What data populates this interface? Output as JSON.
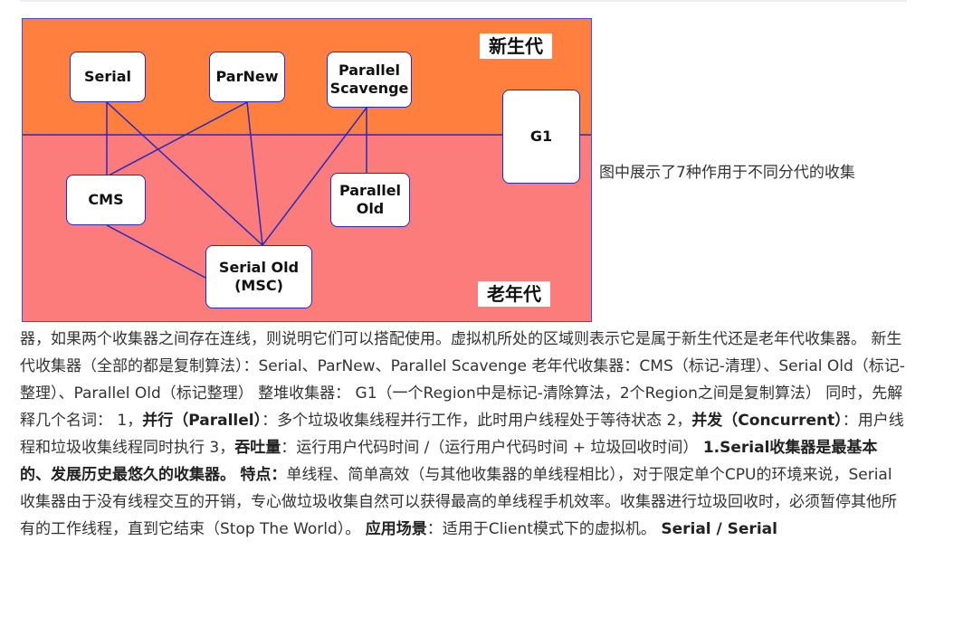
{
  "diagram": {
    "young_label": "新生代",
    "old_label": "老年代",
    "collectors": {
      "serial": "Serial",
      "parnew": "ParNew",
      "parallel_scavenge": "Parallel\nScavenge",
      "g1": "G1",
      "cms": "CMS",
      "parallel_old": "Parallel\nOld",
      "serial_old": "Serial Old\n(MSC)"
    }
  },
  "caption": "图中展示了7种作用于不同分代的收集",
  "article": {
    "t1": "器，如果两个收集器之间存在连线，则说明它们可以搭配使用。虚拟机所处的区域则表示它是属于新生代还是老年代收集器。 新生代收集器（全部的都是复制算法）：Serial、ParNew、Parallel Scavenge 老年代收集器：CMS（标记-清理）、Serial Old（标记-整理）、Parallel Old（标记整理） 整堆收集器： G1（一个Region中是标记-清除算法，2个Region之间是复制算法） 同时，先解释几个名词： 1，",
    "b1": "并行（Parallel）",
    "t2": "：多个垃圾收集线程并行工作，此时用户线程处于等待状态 2，",
    "b2": "并发（Concurrent）",
    "t3": "：用户线程和垃圾收集线程同时执行 3，",
    "b3": "吞吐量",
    "t4": "：运行用户代码时间 /（运行用户代码时间 + 垃圾回收时间） ",
    "b4": "1.Serial收集器是最基本的、发展历史最悠久的收集器。",
    "t5": " ",
    "b5": "特点：",
    "t6": "单线程、简单高效（与其他收集器的单线程相比），对于限定单个CPU的环境来说，Serial收集器由于没有线程交互的开销，专心做垃圾收集自然可以获得最高的单线程手机效率。收集器进行垃圾回收时，必须暂停其他所有的工作线程，直到它结束（Stop The World）。 ",
    "b6": "应用场景",
    "t7": "：适用于Client模式下的虚拟机。 ",
    "b7": "Serial / Serial"
  }
}
